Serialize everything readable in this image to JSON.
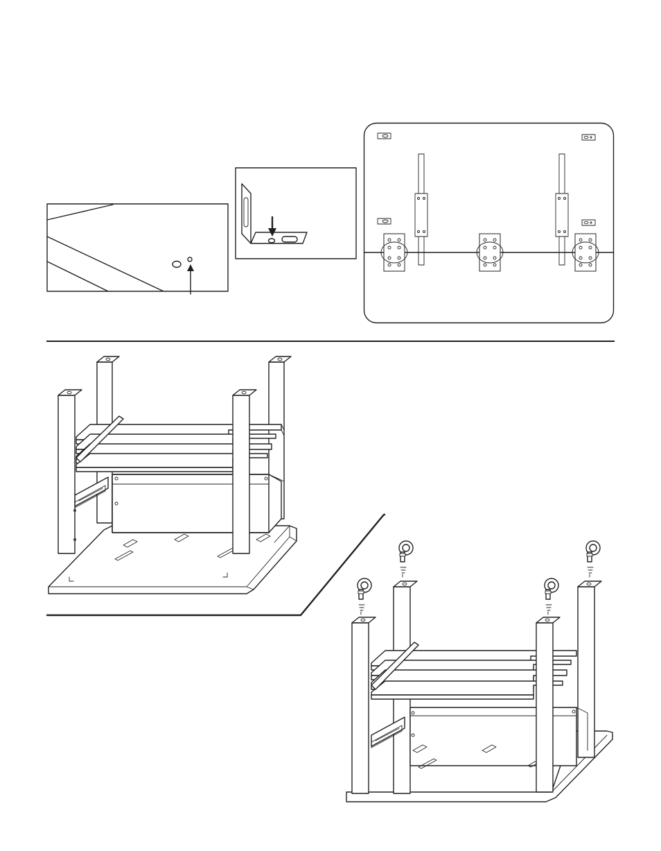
{
  "page": {
    "background": "#ffffff",
    "ink_color": "#231f20"
  },
  "figures": [
    {
      "id": "detail-hole-location",
      "icon": "pilot-hole-detail"
    },
    {
      "id": "detail-bracket",
      "icon": "corner-bracket-detail"
    },
    {
      "id": "top-view-layout",
      "icon": "underside-layout-diagram"
    },
    {
      "id": "attach-table-top",
      "icon": "table-frame-assembly"
    },
    {
      "id": "attach-casters",
      "icon": "caster-installation"
    }
  ]
}
